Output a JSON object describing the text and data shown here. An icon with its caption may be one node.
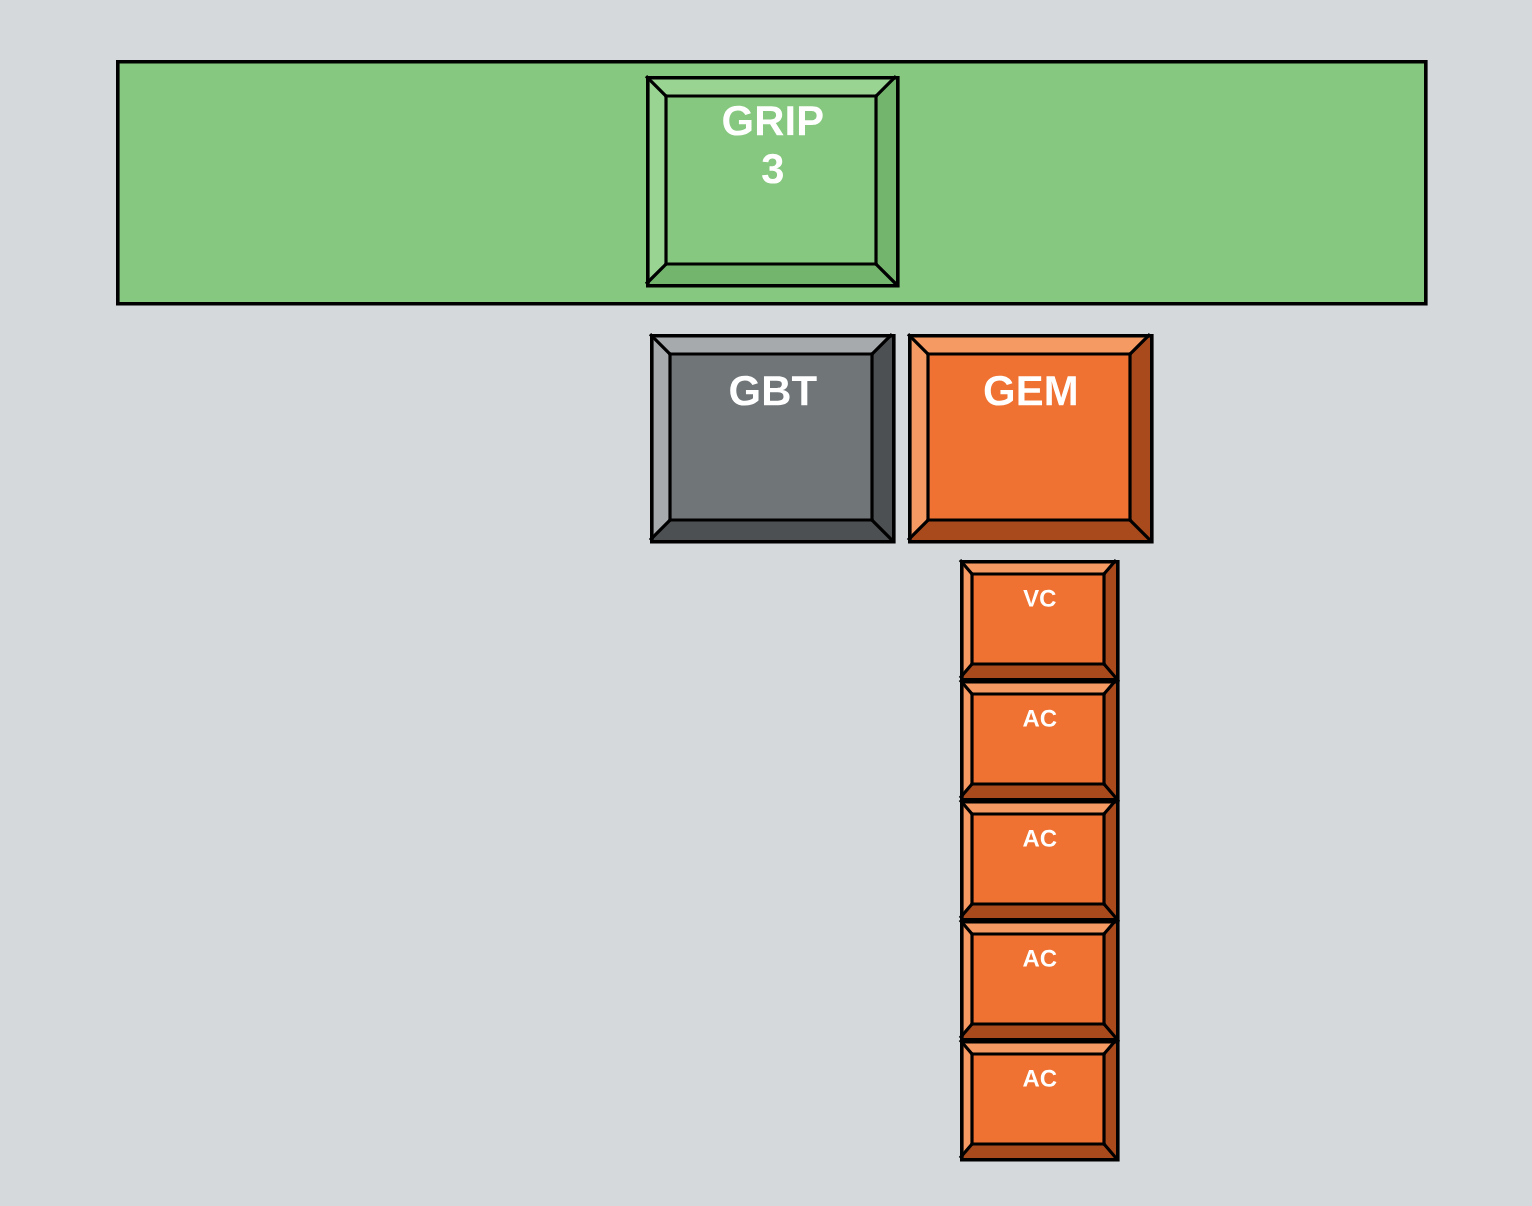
{
  "diagram": {
    "nodes": [
      {
        "text": [],
        "shape": "bar"
      },
      {
        "text": [
          "GRIP 3"
        ],
        "in": 0
      },
      {
        "text": [
          "GBT"
        ]
      },
      {
        "text": [
          "GEM"
        ]
      },
      {
        "text": [
          "VC"
        ]
      },
      {
        "text": [
          "AC"
        ]
      },
      {
        "text": [
          "AC"
        ]
      },
      {
        "text": [
          "AC"
        ]
      },
      {
        "text": [
          "AC"
        ]
      }
    ]
  }
}
